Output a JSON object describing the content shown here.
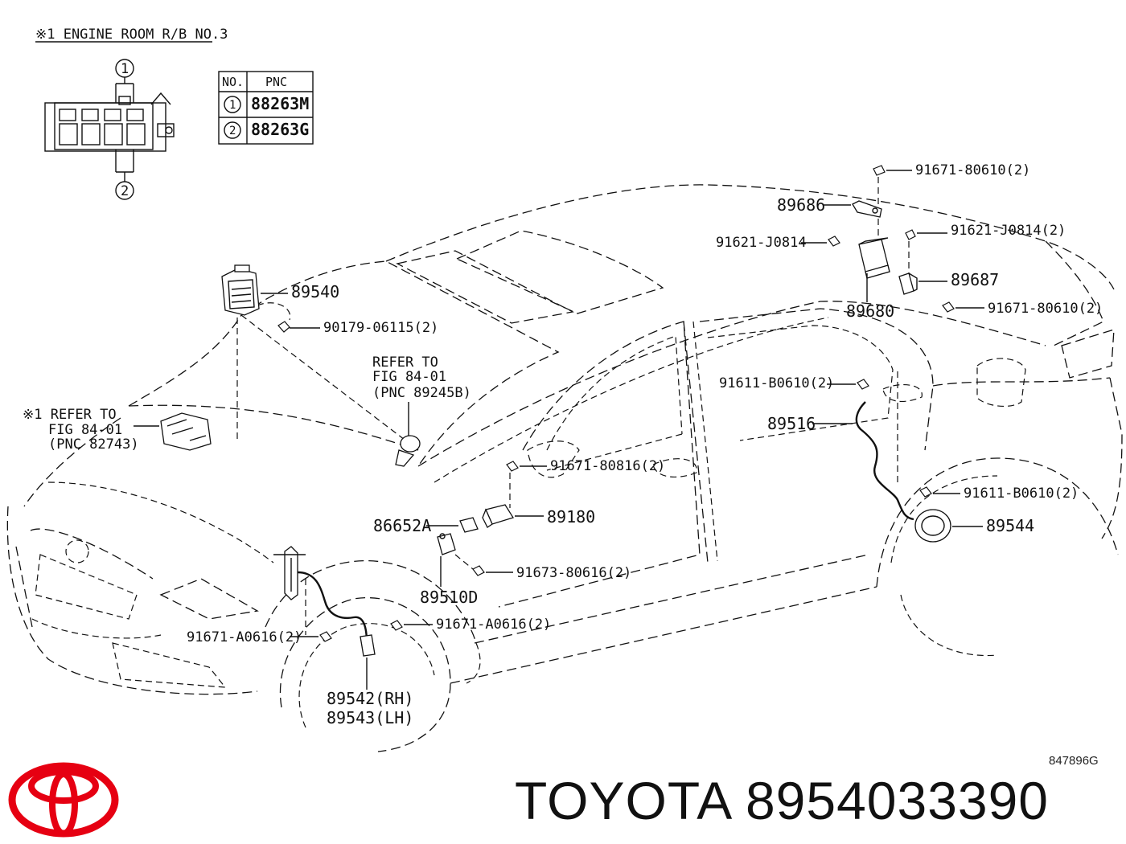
{
  "header_note": "※1 ENGINE ROOM R/B NO.3",
  "pnc_table": {
    "col_no": "NO.",
    "col_pnc": "PNC",
    "rows": [
      {
        "no": "1",
        "pnc": "88263M"
      },
      {
        "no": "2",
        "pnc": "88263G"
      }
    ]
  },
  "connector_callouts": [
    "1",
    "2"
  ],
  "labels": {
    "p89686": "89686",
    "b91671_80610_top": "91671-80610(2)",
    "b91621_j0814_r": "91621-J0814(2)",
    "b91621_j0814_l": "91621-J0814",
    "p89687": "89687",
    "p89680": "89680",
    "b91671_80610_bot": "91671-80610(2)",
    "p89540": "89540",
    "b90179": "90179-06115(2)",
    "refer_a_1": "REFER TO",
    "refer_a_2": "FIG 84-01",
    "refer_a_3": "(PNC 89245B)",
    "refer_b_1": "※1 REFER TO",
    "refer_b_2": "FIG 84-01",
    "refer_b_3": "(PNC 82743)",
    "b91611_top": "91611-B0610(2)",
    "p89516": "89516",
    "b91671_80816": "91671-80816(2)",
    "p89180": "89180",
    "p86652a": "86652A",
    "b91611_bot": "91611-B0610(2)",
    "p89544": "89544",
    "b91673": "91673-80616(2)",
    "p89510d": "89510D",
    "b91671_a0616_r": "91671-A0616(2)",
    "b91671_a0616_l": "91671-A0616(2)",
    "p89542": "89542(RH)",
    "p89543": "89543(LH)"
  },
  "footer": {
    "ref_code": "847896G",
    "brand_part": "TOYOTA 8954033390",
    "logo_color": "#e60012"
  }
}
